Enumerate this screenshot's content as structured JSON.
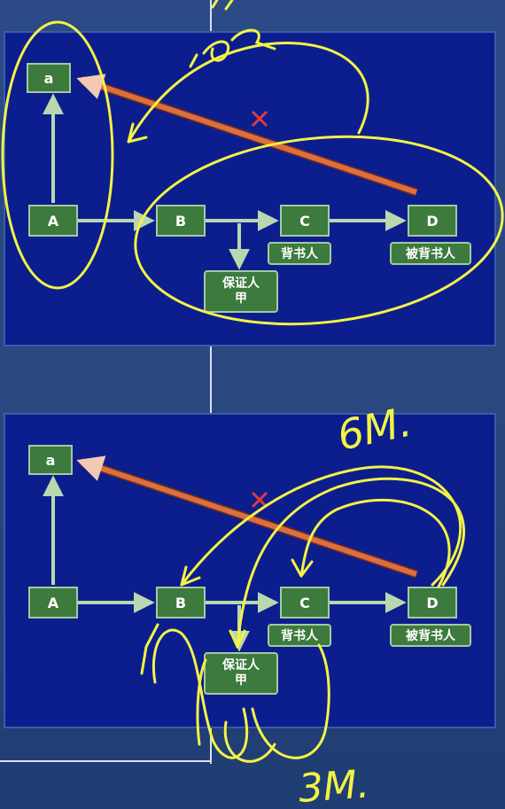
{
  "nodes": {
    "a": "a",
    "A": "A",
    "B": "B",
    "C": "C",
    "D": "D"
  },
  "labels": {
    "guarantor_line1": "保证人",
    "guarantor_line2": "甲",
    "endorser": "背书人",
    "endorsee": "被背书人"
  },
  "annotations": {
    "top_handwriting": "12",
    "six_months": "6M.",
    "three_months": "3M."
  },
  "colors": {
    "panel": "#0c1e8e",
    "node": "#3d7a3d",
    "arrow": "#b9d8b0",
    "recourse_arrow": "#d9703f",
    "handwriting": "#f3f345",
    "cross": "#e23a3a"
  }
}
